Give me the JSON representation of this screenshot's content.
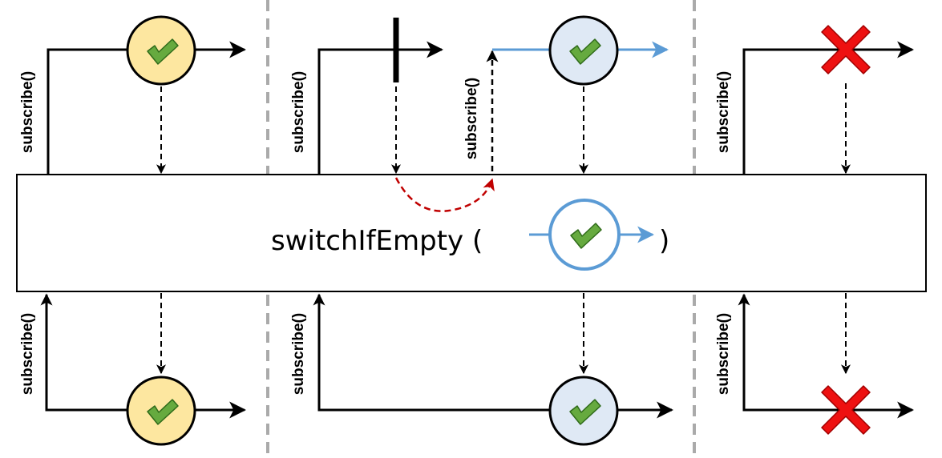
{
  "operator": {
    "name": "switchIfEmpty (",
    "close": ")"
  },
  "labels": {
    "subscribe": "subscribe()"
  },
  "colors": {
    "item_primary_fill": "#fde7a0",
    "item_fallback_fill": "#dfe9f5",
    "fallback_stroke": "#5b9bd5",
    "checkmark": "#66aa3f",
    "error_red": "#ee1111",
    "switch_arrow": "#c00000",
    "divider": "#aaaaaa"
  },
  "icons": {
    "item": "checkmark-icon",
    "error": "x-cross-icon",
    "complete": "completion-bar"
  },
  "scenarios": [
    {
      "name": "source-emits-item",
      "source_event": "item",
      "output_event": "item"
    },
    {
      "name": "source-empty-switches-to-fallback",
      "source_event": "completion",
      "fallback_event": "item",
      "output_event": "item"
    },
    {
      "name": "source-errors",
      "source_event": "error",
      "output_event": "error"
    }
  ]
}
